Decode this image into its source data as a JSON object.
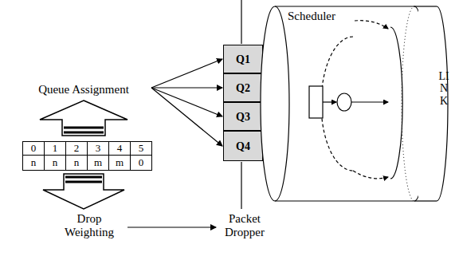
{
  "diagram": {
    "nodes": [
      {
        "text": [
          "Queue Assignment"
        ]
      },
      {
        "text": [
          "Q1"
        ]
      },
      {
        "text": [
          "Q2"
        ]
      },
      {
        "text": [
          "Q3"
        ]
      },
      {
        "text": [
          "Q4"
        ]
      },
      {
        "text": [
          "Drop Weighting"
        ]
      },
      {
        "text": [
          "Packet Dropper"
        ]
      },
      {
        "text": [
          "Scheduler"
        ]
      }
    ],
    "edges": [
      {
        "from": 0,
        "to": 1,
        "arrow": "to"
      },
      {
        "from": 0,
        "to": 2,
        "arrow": "to"
      },
      {
        "from": 0,
        "to": 3,
        "arrow": "to"
      },
      {
        "from": 0,
        "to": 4,
        "arrow": "to"
      },
      {
        "from": 5,
        "to": 6,
        "arrow": "to"
      }
    ],
    "labels": [
      "0",
      "1",
      "2",
      "3",
      "4",
      "5",
      "n",
      "n",
      "n",
      "m",
      "m",
      "0",
      "LINK"
    ]
  }
}
